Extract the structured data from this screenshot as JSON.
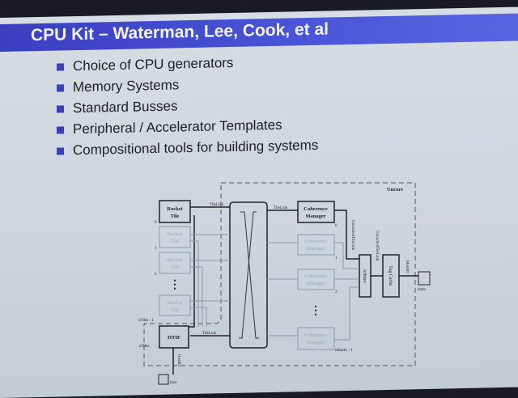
{
  "slide": {
    "title": "CPU Kit – Waterman, Lee, Cook, et al",
    "bullets": [
      "Choice of CPU generators",
      "Memory Systems",
      "Standard Busses",
      "Peripheral / Accelerator Templates",
      "Compositional tools for building systems"
    ]
  },
  "diagram": {
    "uncore_label": "Uncore",
    "rocket_tile": [
      "Rocket",
      "Tile"
    ],
    "tile_indices": [
      "0",
      "1",
      "2",
      "nTiles - 1"
    ],
    "htif_label": "HTIF",
    "htif_index": "nTiles",
    "tilelink_label": "TileLink",
    "coherence_manager": [
      "Coherence",
      "Manager"
    ],
    "bank_indices": [
      "0",
      "1",
      "2",
      "nBanks - 1"
    ],
    "uncached_tilelink_label": "UncachedTileLink",
    "arbiter_label": "Arbiter",
    "tag_cache_label": "Tag Cache",
    "memio_label": "MemIO",
    "hostio_label": "HostIO",
    "mem_label": "mem",
    "host_label": "host",
    "ellipsis": "⋮"
  },
  "colors": {
    "title_bar": "#4a55d8",
    "bullet": "#3c3fb8"
  }
}
